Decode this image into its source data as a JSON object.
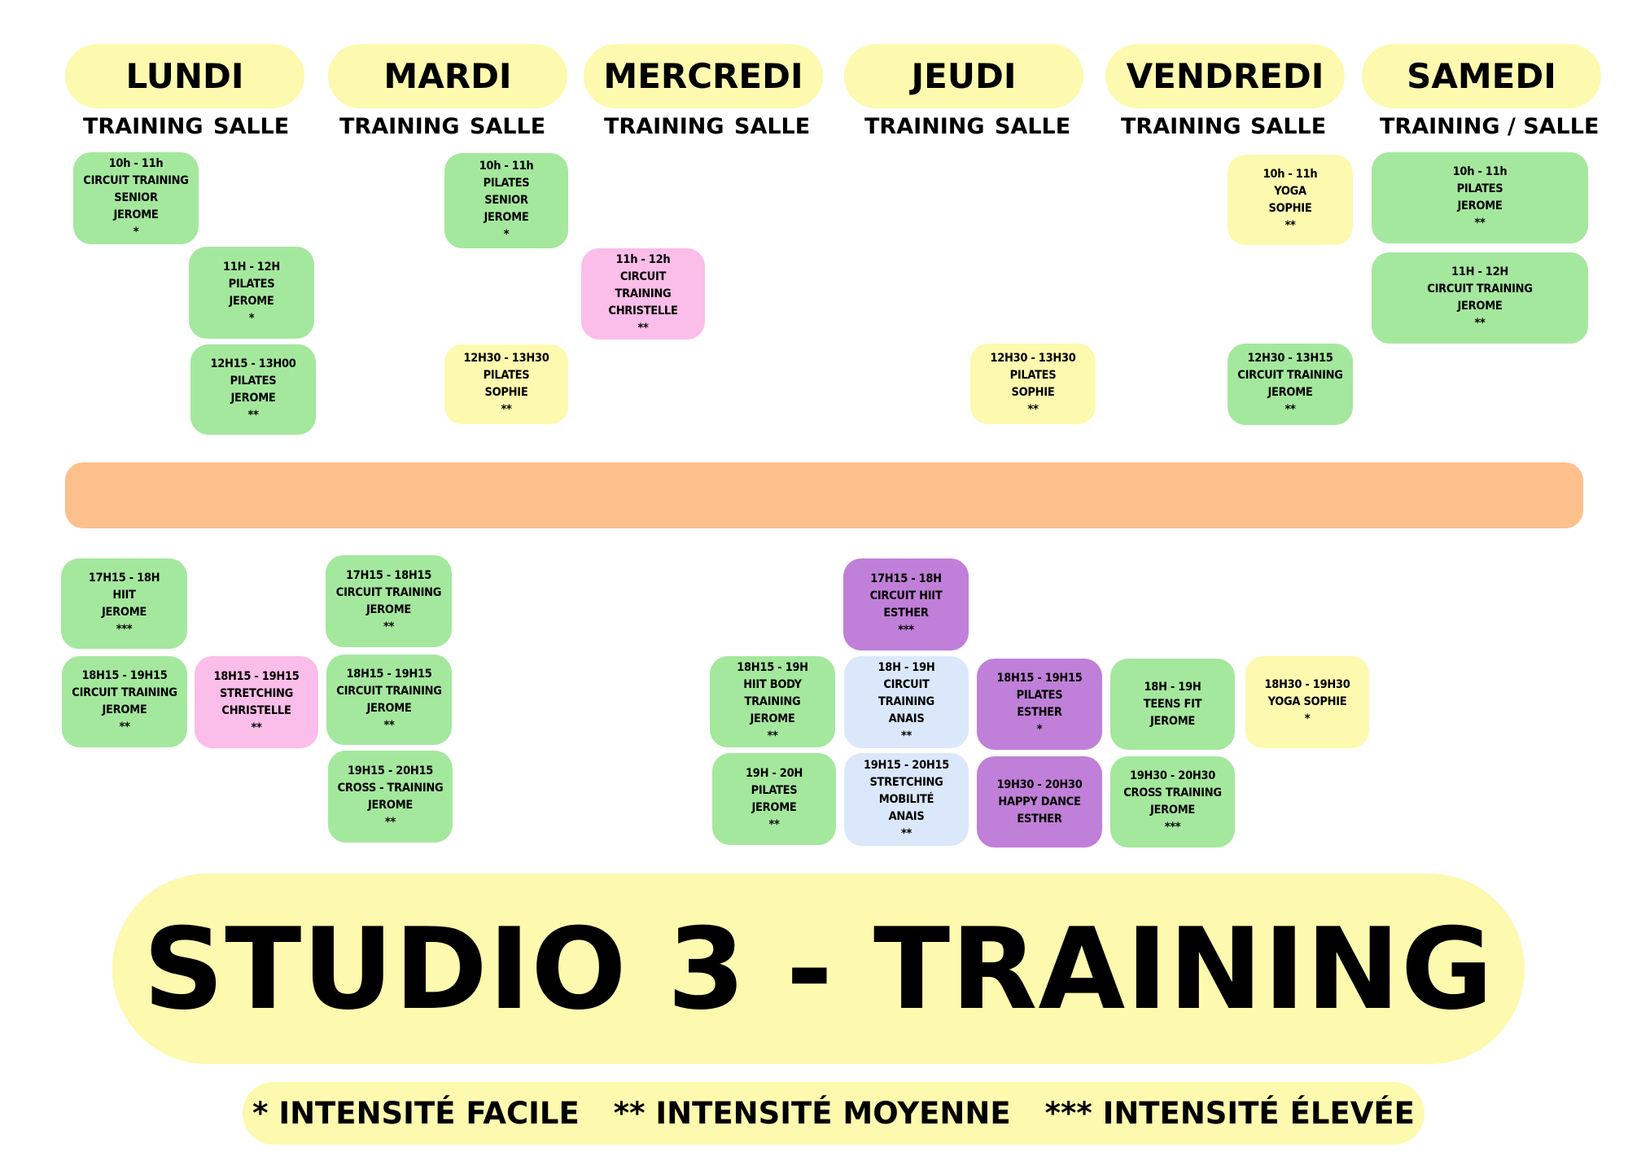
{
  "colors": {
    "green": "#a4e89d",
    "yellow": "#fdf9ae",
    "pink": "#fbbde9",
    "purple": "#c07fd8",
    "blue": "#dbe8fb",
    "orange": "#fcc08c"
  },
  "days": [
    {
      "name": "LUNDI",
      "training": "TRAINING",
      "salle": "SALLE"
    },
    {
      "name": "MARDI",
      "training": "TRAINING",
      "salle": "SALLE"
    },
    {
      "name": "MERCREDI",
      "training": "TRAINING",
      "salle": "SALLE"
    },
    {
      "name": "JEUDI",
      "training": "TRAINING",
      "salle": "SALLE"
    },
    {
      "name": "VENDREDI",
      "training": "TRAINING",
      "salle": "SALLE"
    },
    {
      "name": "SAMEDI",
      "combined": "TRAINING / SALLE"
    }
  ],
  "classes": [
    {
      "day": "lundi",
      "color": "green",
      "lines": [
        "10h - 11h",
        "CIRCUIT TRAINING",
        "SENIOR",
        "JEROME",
        "*"
      ]
    },
    {
      "day": "lundi",
      "color": "green",
      "lines": [
        "11H - 12H",
        "PILATES",
        "JEROME",
        "*"
      ]
    },
    {
      "day": "lundi",
      "color": "green",
      "lines": [
        "12H15 - 13H00",
        "PILATES",
        "JEROME",
        "**"
      ]
    },
    {
      "day": "mardi",
      "color": "green",
      "lines": [
        "10h - 11h",
        "PILATES",
        "SENIOR",
        "JEROME",
        "*"
      ]
    },
    {
      "day": "mercredi",
      "color": "pink",
      "lines": [
        "11h - 12h",
        "CIRCUIT",
        "TRAINING",
        "CHRISTELLE",
        "**"
      ]
    },
    {
      "day": "mardi",
      "color": "yellow",
      "lines": [
        "12H30 - 13H30",
        "PILATES",
        "SOPHIE",
        "**"
      ]
    },
    {
      "day": "jeudi",
      "color": "yellow",
      "lines": [
        "12H30 - 13H30",
        "PILATES",
        "SOPHIE",
        "**"
      ]
    },
    {
      "day": "vendredi",
      "color": "yellow",
      "lines": [
        "10h - 11h",
        "YOGA",
        "SOPHIE",
        "**"
      ]
    },
    {
      "day": "vendredi",
      "color": "green",
      "lines": [
        "12H30 - 13H15",
        "CIRCUIT TRAINING",
        "JEROME",
        "**"
      ]
    },
    {
      "day": "samedi",
      "color": "green",
      "lines": [
        "10h - 11h",
        "PILATES",
        "JEROME",
        "**"
      ]
    },
    {
      "day": "samedi",
      "color": "green",
      "lines": [
        "11H - 12H",
        "CIRCUIT TRAINING",
        "JEROME",
        "**"
      ]
    },
    {
      "day": "lundi",
      "color": "green",
      "lines": [
        "17H15 - 18H",
        "HIIT",
        "JEROME",
        "***"
      ]
    },
    {
      "day": "lundi",
      "color": "green",
      "lines": [
        "18H15 - 19H15",
        "CIRCUIT TRAINING",
        "JEROME",
        "**"
      ]
    },
    {
      "day": "lundi",
      "color": "pink",
      "lines": [
        "18H15 - 19H15",
        "STRETCHING",
        "CHRISTELLE",
        "**"
      ]
    },
    {
      "day": "mardi",
      "color": "green",
      "lines": [
        "17H15 - 18H15",
        "CIRCUIT TRAINING",
        "JEROME",
        "**"
      ]
    },
    {
      "day": "mardi",
      "color": "green",
      "lines": [
        "18H15 - 19H15",
        "CIRCUIT TRAINING",
        "JEROME",
        "**"
      ]
    },
    {
      "day": "mardi",
      "color": "green",
      "lines": [
        "19H15 - 20H15",
        "CROSS - TRAINING",
        "JEROME",
        "**"
      ]
    },
    {
      "day": "mercredi",
      "color": "green",
      "lines": [
        "18H15 - 19H",
        "HIIT BODY",
        "TRAINING",
        "JEROME",
        "**"
      ]
    },
    {
      "day": "mercredi",
      "color": "green",
      "lines": [
        "19H - 20H",
        "PILATES",
        "JEROME",
        "**"
      ]
    },
    {
      "day": "jeudi",
      "color": "purple",
      "lines": [
        "17H15 - 18H",
        "CIRCUIT HIIT",
        "ESTHER",
        "***"
      ]
    },
    {
      "day": "jeudi",
      "color": "blue",
      "lines": [
        "18H - 19H",
        "CIRCUIT",
        "TRAINING",
        "ANAIS",
        "**"
      ]
    },
    {
      "day": "jeudi",
      "color": "blue",
      "lines": [
        "19H15 - 20H15",
        "STRETCHING",
        "MOBILITÉ",
        "ANAIS",
        "**"
      ]
    },
    {
      "day": "jeudi",
      "color": "purple",
      "lines": [
        "18H15 - 19H15",
        "PILATES",
        "ESTHER",
        "*"
      ]
    },
    {
      "day": "jeudi",
      "color": "purple",
      "lines": [
        "19H30 - 20H30",
        "HAPPY DANCE",
        "ESTHER"
      ]
    },
    {
      "day": "vendredi",
      "color": "green",
      "lines": [
        "18H - 19H",
        "TEENS FIT",
        "JEROME"
      ]
    },
    {
      "day": "vendredi",
      "color": "green",
      "lines": [
        "19H30 - 20H30",
        "CROSS TRAINING",
        "JEROME",
        "***"
      ]
    },
    {
      "day": "vendredi",
      "color": "yellow",
      "lines": [
        "18H30 - 19H30",
        "YOGA SOPHIE",
        "*"
      ]
    }
  ],
  "title": "STUDIO 3 - TRAINING",
  "legend": [
    "* INTENSITÉ FACILE",
    "** INTENSITÉ MOYENNE",
    "*** INTENSITÉ ÉLEVÉE"
  ]
}
